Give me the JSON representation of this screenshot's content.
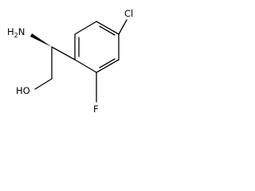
{
  "molecule": {
    "atoms": {
      "amine": {
        "label": "H",
        "subscript": "2",
        "suffix": "N"
      },
      "hydroxyl": {
        "label": "HO"
      },
      "chlorine": {
        "label": "Cl"
      },
      "fluorine": {
        "label": "F"
      }
    },
    "colors": {
      "bond": "#000000",
      "label": "#000000",
      "background": "#ffffff"
    }
  }
}
